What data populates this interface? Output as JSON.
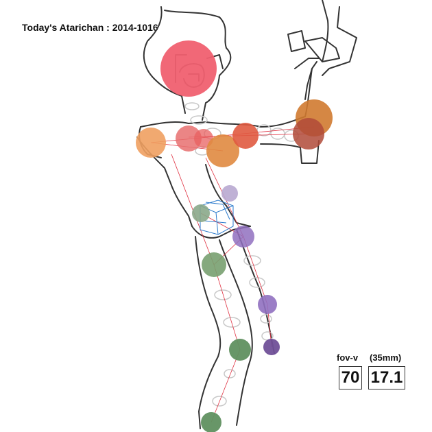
{
  "title": "Today's Atarichan : 2014-1016",
  "hud": {
    "fov_label": "fov-v",
    "lens_label": "(35mm)",
    "fov_value": "70",
    "lens_value": "17.1"
  },
  "colors": {
    "head": "#f06070",
    "shoulder_left": "#f0a060",
    "shoulder_right": "#e08a40",
    "chest": "#e87070",
    "arm_right": "#e05a40",
    "hand_right": "#b04a38",
    "hand_glow": "#d07a30",
    "hip_light": "#b8a8d0",
    "hip_left": "#8aa88a",
    "knee_right": "#9070c0",
    "knee_left": "#78a070",
    "ankle_right": "#705098",
    "ankle_left": "#609060",
    "cube": "#2a7acc",
    "bone_line": "#e03040",
    "outline": "#333333"
  }
}
